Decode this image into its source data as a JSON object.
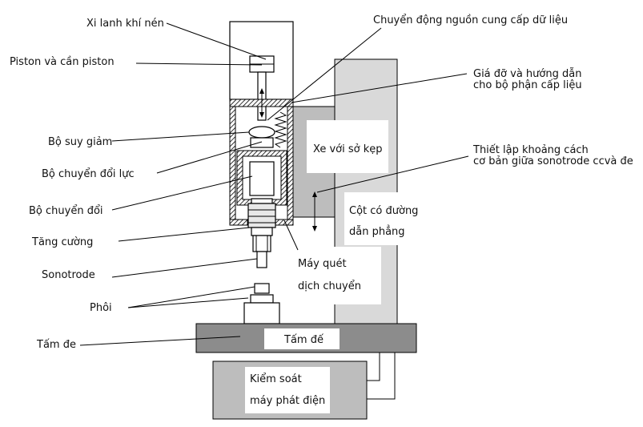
{
  "labels": {
    "xi_lanh": "Xi lanh khí nén",
    "piston": "Piston và cần piston",
    "bo_suy_giam": "Bộ suy giảm",
    "bo_chuyen_doi_luc": "Bộ chuyển đổi lực",
    "bo_chuyen_doi": "Bộ chuyển đổi",
    "tang_cuong": "Tăng cường",
    "sonotrode": "Sonotrode",
    "phoi": "Phôi",
    "tam_de": "Tấm đe",
    "chuyen_dong": "Chuyển động nguồn cung cấp dữ liệu",
    "gia_do_1": "Giá đỡ và hướng dẫn",
    "gia_do_2": "cho bộ phận cấp liệu",
    "thiet_lap_1": "Thiết lập khoảng cách",
    "thiet_lap_2": "cơ bản giữa sonotrode ccvà đe",
    "xe_voi": "Xe với sở kẹp",
    "cot_1": "Cột có đường",
    "cot_2": "dẫn phẳng",
    "may_quet_1": "Máy quét",
    "may_quet_2": "dịch chuyển",
    "tam_de_box": "Tấm đế",
    "kiem_soat_1": "Kiểm soát",
    "kiem_soat_2": "máy phát điện"
  },
  "colors": {
    "column_fill": "#d9d9d9",
    "carriage_fill": "#bdbdbd",
    "base_fill": "#8c8c8c",
    "control_fill": "#bdbdbd",
    "housing_fill": "#cfcfcf"
  }
}
